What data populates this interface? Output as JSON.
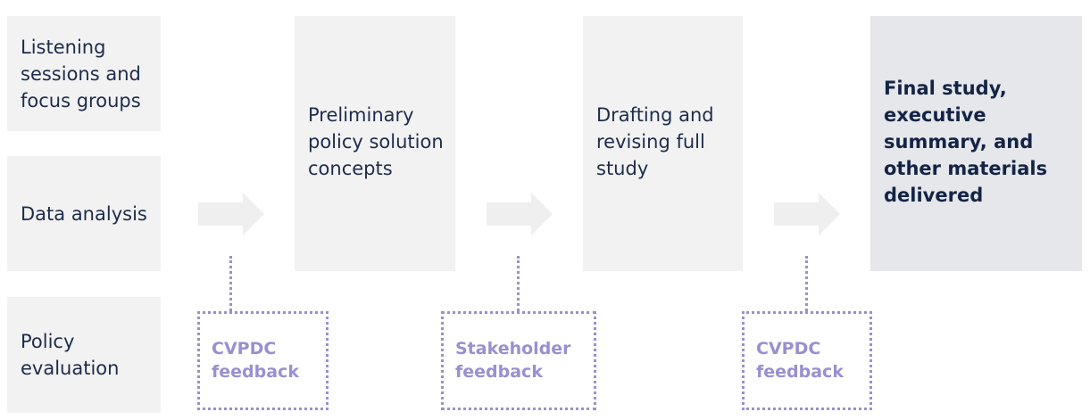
{
  "inputs": [
    {
      "label": "Listening sessions and focus groups"
    },
    {
      "label": "Data analysis"
    },
    {
      "label": "Policy evaluation"
    }
  ],
  "stages": [
    {
      "label": "Preliminary policy solution concepts"
    },
    {
      "label": "Drafting and revising full study"
    },
    {
      "label": "Final study, executive summary, and other materials delivered"
    }
  ],
  "feedback": [
    {
      "label": "CVPDC feedback"
    },
    {
      "label": "Stakeholder feedback"
    },
    {
      "label": "CVPDC feedback"
    }
  ],
  "colors": {
    "box_fill": "#f2f2f2",
    "final_fill": "#e5e7eb",
    "arrow": "#efefef",
    "text": "#1d2c4c",
    "feedback": "#9a8fcf"
  }
}
